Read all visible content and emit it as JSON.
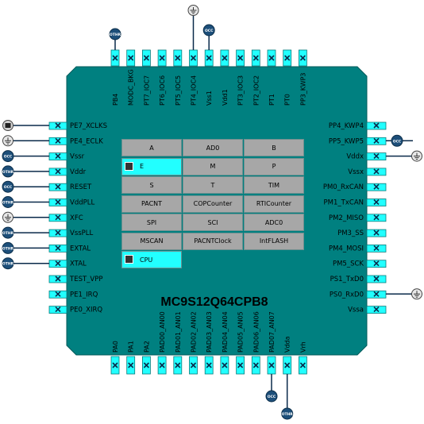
{
  "chip": {
    "name": "MC9S12Q64CPB8",
    "colors": {
      "body": "#008080",
      "body_border": "#005a5a",
      "pin": "#22ffff",
      "pin_border": "#0a7a7a",
      "pad": "#0a2a4a",
      "module": "#a7a7a7",
      "module_selected": "#22ffff"
    },
    "pins_top": [
      "PB4",
      "MODC_BKG",
      "PT7_IOC7",
      "PT6_IOC6",
      "PT5_IOC5",
      "PT4_IOC4",
      "Vss1",
      "Vdd1",
      "PT3_IOC3",
      "PT2_IOC2",
      "PT1",
      "PT0",
      "PP3_KWP3"
    ],
    "pins_left": [
      "PE7_XCLKS",
      "PE4_ECLK",
      "Vssr",
      "Vddr",
      "RESET",
      "VddPLL",
      "XFC",
      "VssPLL",
      "EXTAL",
      "XTAL",
      "TEST_VPP",
      "PE1_IRQ",
      "PE0_XIRQ"
    ],
    "pins_right": [
      "PP4_KWP4",
      "PP5_KWP5",
      "Vddx",
      "Vssx",
      "PM0_RxCAN",
      "PM1_TxCAN",
      "PM2_MISO",
      "PM3_SS",
      "PM4_MOSI",
      "PM5_SCK",
      "PS1_TxD0",
      "PS0_RxD0",
      "Vssa"
    ],
    "pins_bottom": [
      "PA0",
      "PA1",
      "PA2",
      "PAD00_AN00",
      "PAD01_AN01",
      "PAD02_AN02",
      "PAD03_AN03",
      "PAD04_AN04",
      "PAD05_AN05",
      "PAD06_AN06",
      "PAD07_AN07",
      "Vdda",
      "Vrh"
    ]
  },
  "modules": [
    {
      "label": "A",
      "selected": false,
      "icon": null
    },
    {
      "label": "AD0",
      "selected": false,
      "icon": null
    },
    {
      "label": "B",
      "selected": false,
      "icon": null
    },
    {
      "label": "E",
      "selected": true,
      "icon": "chip-icon"
    },
    {
      "label": "M",
      "selected": false,
      "icon": null
    },
    {
      "label": "P",
      "selected": false,
      "icon": null
    },
    {
      "label": "S",
      "selected": false,
      "icon": null
    },
    {
      "label": "T",
      "selected": false,
      "icon": null
    },
    {
      "label": "TIM",
      "selected": false,
      "icon": null
    },
    {
      "label": "PACNT",
      "selected": false,
      "icon": null
    },
    {
      "label": "COPCounter",
      "selected": false,
      "icon": null
    },
    {
      "label": "RTICounter",
      "selected": false,
      "icon": null
    },
    {
      "label": "SPI",
      "selected": false,
      "icon": null
    },
    {
      "label": "SCI",
      "selected": false,
      "icon": null
    },
    {
      "label": "ADC0",
      "selected": false,
      "icon": null
    },
    {
      "label": "MSCAN",
      "selected": false,
      "icon": null
    },
    {
      "label": "PACNTClock",
      "selected": false,
      "icon": null
    },
    {
      "label": "IntFLASH",
      "selected": false,
      "icon": null
    },
    {
      "label": "CPU",
      "selected": true,
      "icon": "chip-icon"
    }
  ],
  "connectors": [
    {
      "side": "top",
      "pin": 1,
      "type": "OTHER",
      "label": "OTHR"
    },
    {
      "side": "top",
      "pin": 6,
      "type": "GND",
      "label": ""
    },
    {
      "side": "top",
      "pin": 7,
      "type": "OCC",
      "label": "OCC"
    },
    {
      "side": "left",
      "pin": 1,
      "type": "CHIP",
      "label": ""
    },
    {
      "side": "left",
      "pin": 2,
      "type": "GND",
      "label": ""
    },
    {
      "side": "left",
      "pin": 3,
      "type": "OCC",
      "label": "OCC"
    },
    {
      "side": "left",
      "pin": 4,
      "type": "OTHER",
      "label": "OTHR"
    },
    {
      "side": "left",
      "pin": 5,
      "type": "OCC",
      "label": "OCC"
    },
    {
      "side": "left",
      "pin": 6,
      "type": "OTHER",
      "label": "OTHR"
    },
    {
      "side": "left",
      "pin": 7,
      "type": "GND",
      "label": ""
    },
    {
      "side": "left",
      "pin": 8,
      "type": "OTHER",
      "label": "OTHR"
    },
    {
      "side": "left",
      "pin": 9,
      "type": "OTHER",
      "label": "OTHR"
    },
    {
      "side": "left",
      "pin": 10,
      "type": "OTHER",
      "label": "OTHR"
    },
    {
      "side": "right",
      "pin": 2,
      "type": "OCC",
      "label": "OCC"
    },
    {
      "side": "right",
      "pin": 3,
      "type": "GND",
      "label": ""
    },
    {
      "side": "right",
      "pin": 12,
      "type": "GND",
      "label": ""
    },
    {
      "side": "bottom",
      "pin": 11,
      "type": "OCC",
      "label": "OCC"
    },
    {
      "side": "bottom",
      "pin": 12,
      "type": "OTHER",
      "label": "OTHR"
    }
  ]
}
